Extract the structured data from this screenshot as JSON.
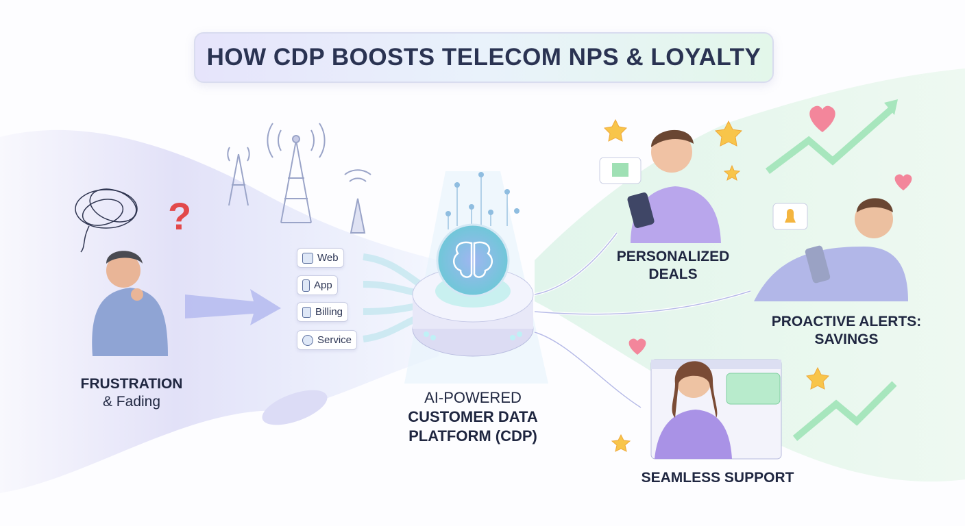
{
  "title": "HOW CDP BOOSTS TELECOM NPS & LOYALTY",
  "left": {
    "label_bold": "FRUSTRATION",
    "label_sub": "& Fading",
    "thought_icon": "question-mark-icon"
  },
  "channels": [
    {
      "label": "Web",
      "icon": "browser-icon"
    },
    {
      "label": "App",
      "icon": "phone-icon"
    },
    {
      "label": "Billing",
      "icon": "receipt-icon"
    },
    {
      "label": "Service",
      "icon": "hand-support-icon"
    }
  ],
  "cdp": {
    "line1": "AI-POWERED",
    "line2": "CUSTOMER DATA",
    "line3": "PLATFORM (CDP)",
    "icon": "brain-icon"
  },
  "outcomes": [
    {
      "line1": "PERSONALIZED",
      "line2": "DEALS"
    },
    {
      "line1": "PROACTIVE ALERTS:",
      "line2": "SAVINGS"
    },
    {
      "line1": "SEAMLESS SUPPORT"
    }
  ],
  "colors": {
    "accent_purple": "#8b85e0",
    "accent_green": "#8fdcaa",
    "text": "#262d45"
  }
}
